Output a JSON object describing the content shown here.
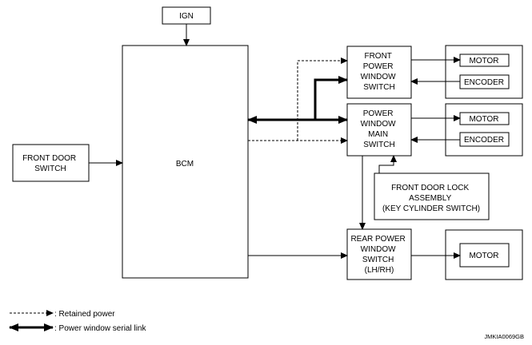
{
  "blocks": {
    "ign": [
      "IGN"
    ],
    "bcm": [
      "BCM"
    ],
    "front_door_switch": [
      "FRONT DOOR",
      "SWITCH"
    ],
    "front_power_window_switch": [
      "FRONT",
      "POWER",
      "WINDOW",
      "SWITCH"
    ],
    "power_window_main_switch": [
      "POWER",
      "WINDOW",
      "MAIN",
      "SWITCH"
    ],
    "front_door_lock_assembly": [
      "FRONT DOOR LOCK",
      "ASSEMBLY",
      "(KEY CYLINDER SWITCH)"
    ],
    "rear_power_window_switch": [
      "REAR POWER",
      "WINDOW",
      "SWITCH",
      "(LH/RH)"
    ],
    "motor": "MOTOR",
    "encoder": "ENCODER"
  },
  "legend": {
    "retained_power": ": Retained power",
    "serial_link": ": Power window serial link"
  },
  "footer": {
    "code": "JMKIA0069GB"
  }
}
